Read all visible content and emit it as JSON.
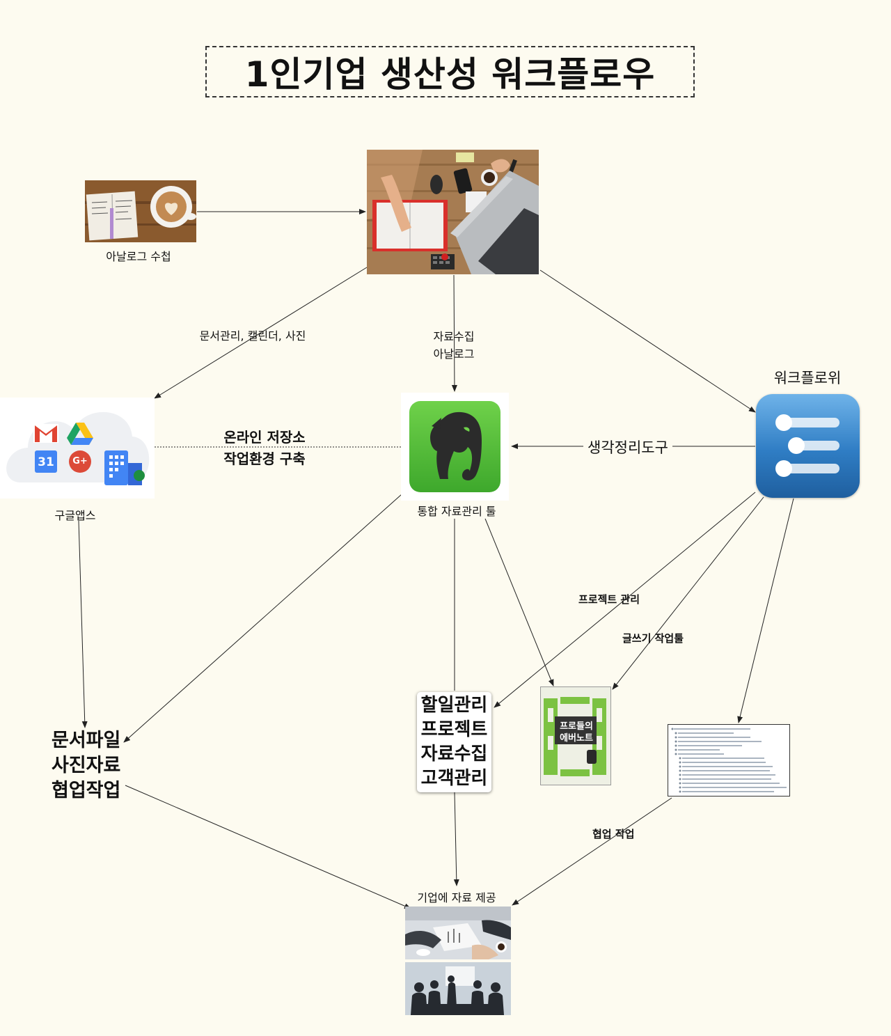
{
  "title": "1인기업 생산성 워크플로우",
  "nodes": {
    "analog_notebook": "아날로그 수첩",
    "google_apps": "구글앱스",
    "evernote": "통합 자료관리 툴",
    "workflowy": "워크플로위"
  },
  "edge_labels": {
    "docs_calendar_photos": "문서관리, 캘린더, 사진",
    "collect_line1": "자료수집",
    "collect_line2": "아날로그",
    "online_line1": "온라인 저장소",
    "online_line2": "작업환경 구축",
    "mindmap": "생각정리도구",
    "project": "프로젝트 관리",
    "writing": "글쓰기 작업툴",
    "collab": "협업 작업"
  },
  "outputs": {
    "google_items": [
      "문서파일",
      "사진자료",
      "협업작업"
    ],
    "evernote_items": [
      "할일관리",
      "프로젝트",
      "자료수집",
      "고객관리"
    ],
    "final": "기업에 자료 제공"
  },
  "book": {
    "title_line1": "프로들의",
    "title_line2": "에버노트"
  },
  "google_icons": [
    "gmail-icon",
    "drive-icon",
    "calendar-icon",
    "google-plus-icon",
    "workspace-icon"
  ],
  "calendar_day": "31",
  "gplus_text": "G+"
}
